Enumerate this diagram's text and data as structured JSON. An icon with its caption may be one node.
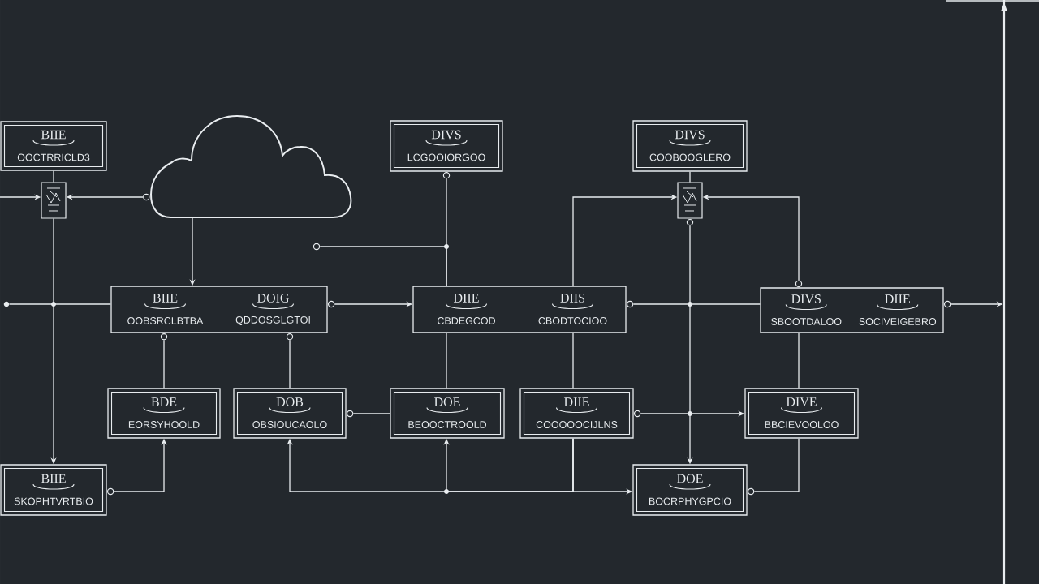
{
  "diagram": {
    "nodes": [
      {
        "text": [
          "BIIE",
          "OOCTRRICLD3"
        ]
      },
      {
        "text": [],
        "shape": "cloud"
      },
      {
        "text": [
          "DIVS",
          "LCGOOIORGOO"
        ]
      },
      {
        "text": [
          "DIVS",
          "COOBOOGLERO"
        ]
      },
      {
        "text": [],
        "shape": "picture"
      },
      {
        "text": [],
        "shape": "picture"
      },
      {
        "text": [
          "BIIE",
          "OOBSRCLBTBA",
          "DOIG",
          "QDDOSGLGTOI"
        ]
      },
      {
        "text": [
          "DIIE",
          "CBDEGCOD",
          "DIIS",
          "CBODTOCIOO"
        ]
      },
      {
        "text": [
          "DIVS",
          "SBOOTDALOO",
          "DIIE",
          "SOCIVEIGEBRO"
        ]
      },
      {
        "text": [
          "BDE",
          "EORSYHOOLD"
        ]
      },
      {
        "text": [
          "DOB",
          "OBSIOUCAOLO"
        ]
      },
      {
        "text": [
          "DOE",
          "BEOOCTROOLD"
        ]
      },
      {
        "text": [
          "DIIE",
          "COOOOOCIJLNS"
        ]
      },
      {
        "text": [
          "DIVE",
          "BBCIEVOOLOO"
        ]
      },
      {
        "text": [
          "BIIE",
          "SKOPHTVRTBIO"
        ]
      },
      {
        "text": [
          "DOE",
          "BOCRPHYGPCIO"
        ]
      },
      {
        "text": [],
        "shape": "bar"
      },
      {
        "text": [],
        "shape": "circle"
      },
      {
        "text": [],
        "shape": "circle"
      }
    ],
    "edges": [
      {
        "from": 0,
        "to": 4,
        "arrow": "none"
      },
      {
        "from": 1,
        "to": 4,
        "arrow": "to"
      },
      {
        "from": null,
        "to": 4,
        "arrow": "to"
      },
      {
        "from": 4,
        "to": 14,
        "arrow": "to"
      },
      {
        "from": 18,
        "to": 6,
        "arrow": "none"
      },
      {
        "from": 1,
        "to": 6,
        "arrow": "to"
      },
      {
        "from": 2,
        "to": 7,
        "arrow": "none"
      },
      {
        "from": 17,
        "to": 7,
        "arrow": "none"
      },
      {
        "from": 6,
        "to": 7,
        "arrow": "to"
      },
      {
        "from": 7,
        "to": 8,
        "arrow": "none"
      },
      {
        "from": 8,
        "to": 16,
        "arrow": "to"
      },
      {
        "from": 3,
        "to": 5,
        "arrow": "none"
      },
      {
        "from": 7,
        "to": 5,
        "arrow": "to"
      },
      {
        "from": 8,
        "to": 5,
        "arrow": "to"
      },
      {
        "from": 5,
        "to": 15,
        "arrow": "to"
      },
      {
        "from": 6,
        "to": 9,
        "arrow": "none"
      },
      {
        "from": 6,
        "to": 10,
        "arrow": "none"
      },
      {
        "from": 7,
        "to": 11,
        "arrow": "none"
      },
      {
        "from": 7,
        "to": 12,
        "arrow": "none"
      },
      {
        "from": 8,
        "to": 13,
        "arrow": "none"
      },
      {
        "from": 10,
        "to": 11,
        "arrow": "none"
      },
      {
        "from": 12,
        "to": 13,
        "arrow": "to"
      },
      {
        "from": 14,
        "to": 9,
        "arrow": "to"
      },
      {
        "from": 12,
        "to": 10,
        "arrow": "to"
      },
      {
        "from": 12,
        "to": 11,
        "arrow": "to"
      },
      {
        "from": 12,
        "to": 15,
        "arrow": "to"
      },
      {
        "from": 15,
        "to": 13,
        "arrow": "none"
      }
    ]
  }
}
